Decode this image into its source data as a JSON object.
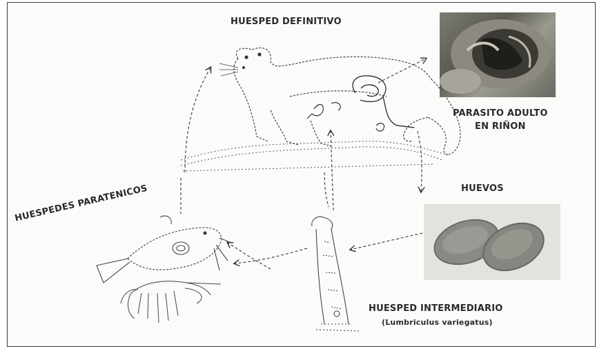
{
  "labels": {
    "definitive_host": "HUESPED DEFINITIVO",
    "adult_parasite_line1": "PARASITO ADULTO",
    "adult_parasite_line2": "EN RIÑON",
    "eggs": "HUEVOS",
    "paratenic_hosts": "HUESPEDES PARATENICOS",
    "intermediate_host": "HUESPED INTERMEDIARIO",
    "intermediate_host_species": "(Lumbriculus variegatus)"
  }
}
